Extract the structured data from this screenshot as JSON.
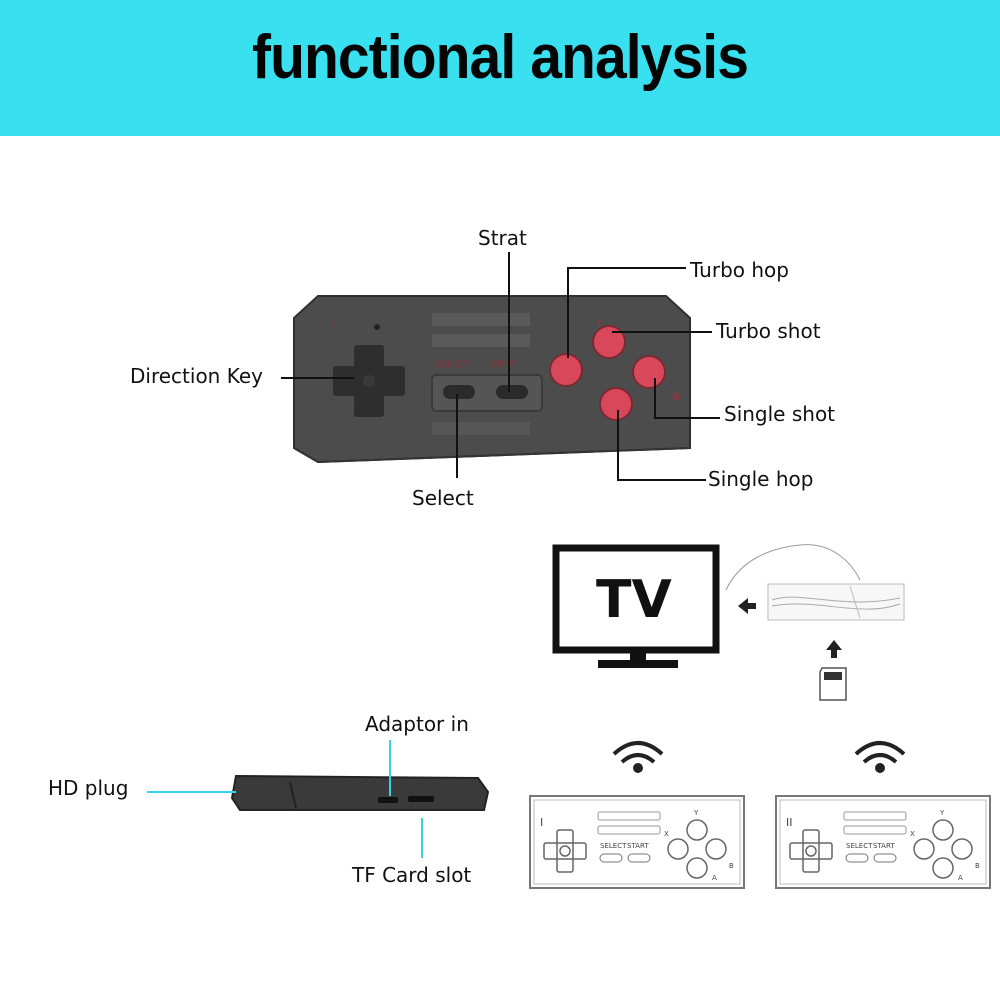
{
  "title": "functional analysis",
  "labels": {
    "strat": "Strat",
    "turbo_hop": "Turbo hop",
    "turbo_shot": "Turbo shot",
    "direction_key": "Direction Key",
    "single_shot": "Single shot",
    "single_hop": "Single hop",
    "select": "Select",
    "adaptor_in": "Adaptor in",
    "hd_plug": "HD plug",
    "tf_card_slot": "TF Card slot"
  },
  "tv": {
    "text": "TV"
  },
  "controller": {
    "player_mark": "I",
    "select_text": "SELECT",
    "start_text": "START",
    "buttons": {
      "x": "X",
      "y": "Y",
      "a": "A",
      "b": "B"
    }
  },
  "mini_controllers": [
    {
      "player": "I",
      "select": "SELECT",
      "start": "START",
      "x": "X",
      "y": "Y",
      "a": "A",
      "b": "B"
    },
    {
      "player": "II",
      "select": "SELECT",
      "start": "START",
      "x": "X",
      "y": "Y",
      "a": "A",
      "b": "B"
    }
  ],
  "colors": {
    "banner": "#38e0f0",
    "controller_body": "#4a4a4a",
    "action_button": "#d9485a",
    "hd_plug_line": "#38d0e8"
  }
}
